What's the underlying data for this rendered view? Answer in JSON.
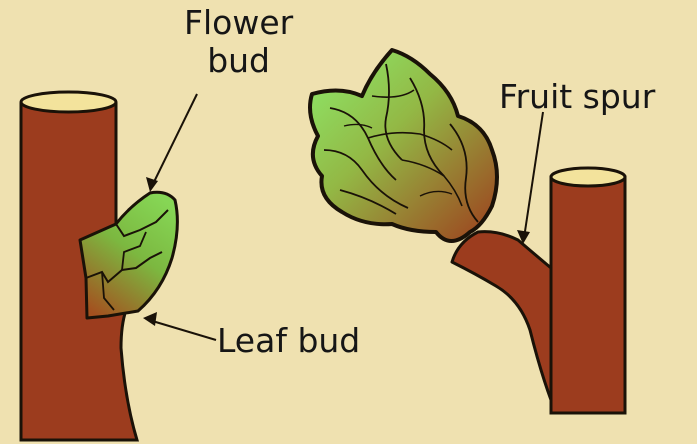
{
  "labels": {
    "flower_bud_line1": "Flower",
    "flower_bud_line2": "bud",
    "leaf_bud": "Leaf bud",
    "fruit_spur": "Fruit spur"
  },
  "colors": {
    "background": "#efe1b0",
    "branch": "#9c3c1e",
    "branch_top": "#f3e39c",
    "outline": "#1a1208",
    "bud_green": "#7dc94a",
    "bud_brown": "#a4501f"
  }
}
